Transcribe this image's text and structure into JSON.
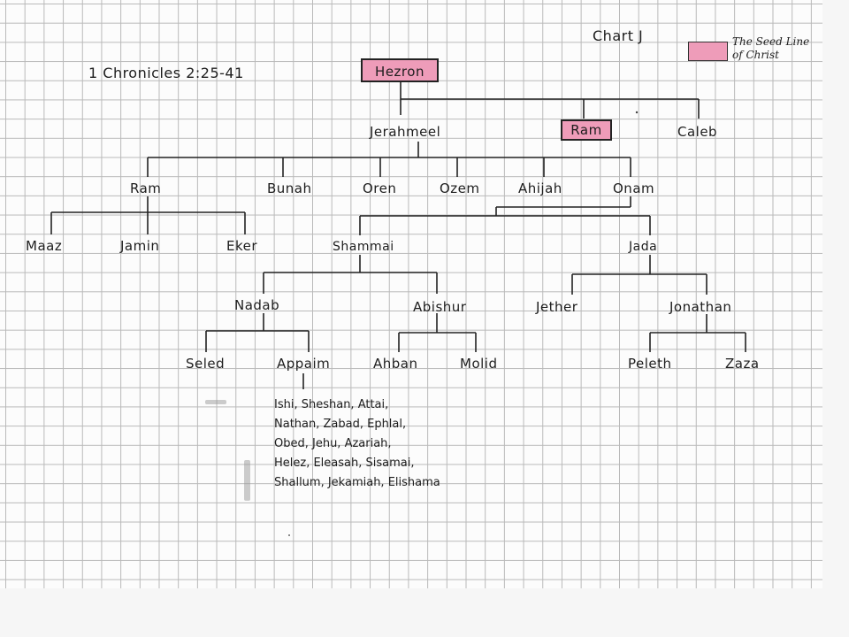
{
  "chart_label": "Chart J",
  "reference": "1 Chronicles 2:25-41",
  "legend": {
    "text": "The Seed Line of Christ",
    "color": "#ee9cb9"
  },
  "people": {
    "hezron": "Hezron",
    "jerahmeel": "Jerahmeel",
    "ram_seed": "Ram",
    "caleb": "Caleb",
    "ram": "Ram",
    "bunah": "Bunah",
    "oren": "Oren",
    "ozem": "Ozem",
    "ahijah": "Ahijah",
    "onam": "Onam",
    "maaz": "Maaz",
    "jamin": "Jamin",
    "eker": "Eker",
    "shammai": "Shammai",
    "jada": "Jada",
    "nadab": "Nadab",
    "abishur": "Abishur",
    "jether": "Jether",
    "jonathan": "Jonathan",
    "seled": "Seled",
    "appaim": "Appaim",
    "ahban": "Ahban",
    "molid": "Molid",
    "peleth": "Peleth",
    "zaza": "Zaza"
  },
  "descendants": [
    "Ishi, Sheshan, Attai,",
    "Nathan, Zabad, Ephlal,",
    "Obed, Jehu, Azariah,",
    "Helez, Eleasah, Sisamai,",
    "Shallum, Jekamiah, Elishama"
  ]
}
